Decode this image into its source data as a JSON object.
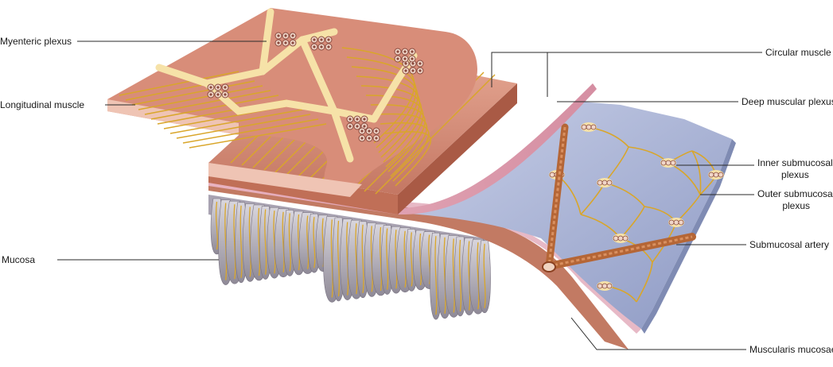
{
  "labels": {
    "myenteric_plexus": "Myenteric plexus",
    "longitudinal_muscle": "Longitudinal muscle",
    "mucosa": "Mucosa",
    "circular_muscle": "Circular muscle",
    "deep_muscular_plexus": "Deep muscular plexus",
    "inner_submucosal_plexus_1": "Inner submucosal",
    "inner_submucosal_plexus_2": "plexus",
    "outer_submucosal_plexus_1": "Outer submucosal",
    "outer_submucosal_plexus_2": "plexus",
    "submucosal_artery": "Submucosal artery",
    "muscularis_mucosae": "Muscularis mucosae"
  },
  "colors": {
    "muscle": "#d98f7a",
    "muscle_dark": "#b5654f",
    "muscle_light": "#efc4b4",
    "nerve": "#d9a62a",
    "plexus_fill": "#f6e2a8",
    "submucosa": "#a9b4d6",
    "submucosa_light": "#dfe3f0",
    "mucosa": "#b7b3bc",
    "artery": "#b56636",
    "cell": "#8a4a3e"
  }
}
